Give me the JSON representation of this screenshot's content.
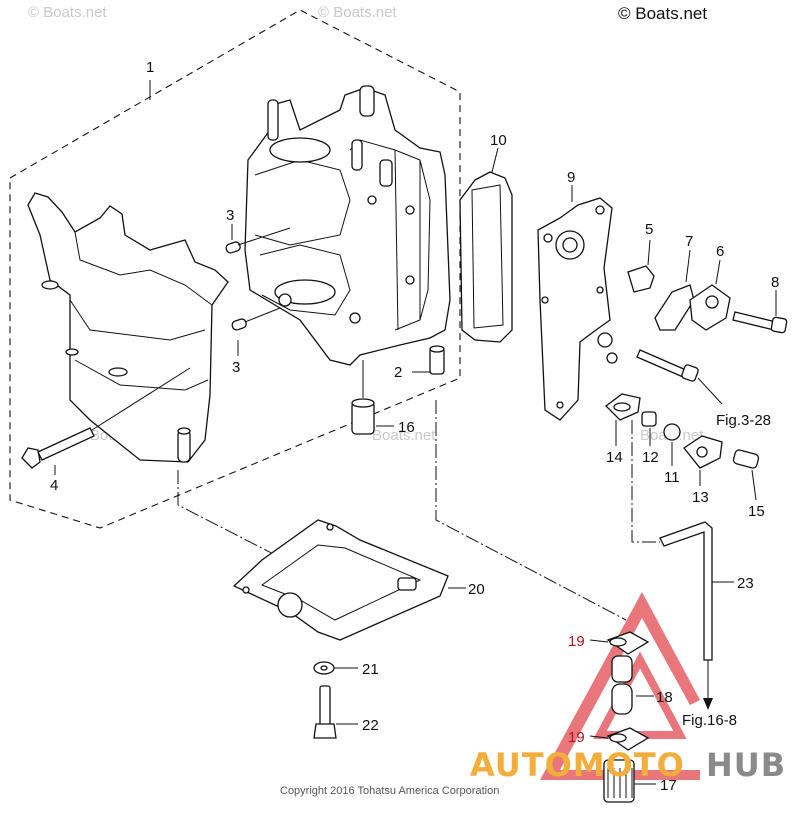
{
  "watermarks": {
    "brand": "© Boats.net",
    "faint": "Boats.net"
  },
  "copyright": "Copyright 2016 Tohatsu America Corporation",
  "logo": {
    "part_a": "AUTOMOTO",
    "part_b": "HUB",
    "colors": {
      "orange": "#f3ad3b",
      "gray": "#8a8a8a",
      "red": "#e0484e"
    }
  },
  "callouts": {
    "p1": "1",
    "p2": "2",
    "p3a": "3",
    "p3b": "3",
    "p4": "4",
    "p5": "5",
    "p6": "6",
    "p7": "7",
    "p8": "8",
    "p9": "9",
    "p10": "10",
    "p11": "11",
    "p12": "12",
    "p13": "13",
    "p14": "14",
    "p15": "15",
    "p16": "16",
    "p17": "17",
    "p18": "18",
    "p19a": "19",
    "p19b": "19",
    "p20": "20",
    "p21": "21",
    "p22": "22",
    "p23": "23"
  },
  "references": {
    "fig_3_28": "Fig.3-28",
    "fig_16_8": "Fig.16-8"
  }
}
